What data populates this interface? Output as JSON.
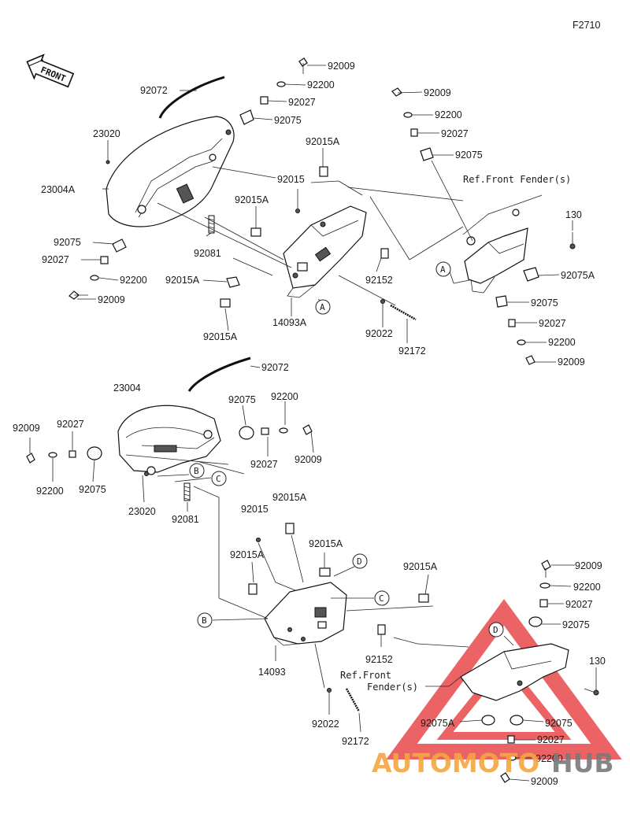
{
  "figure_code": "F2710",
  "direction_label": "FRONT",
  "labels": {
    "l_92009_a": "92009",
    "l_92200_a": "92200",
    "l_92027_a": "92027",
    "l_92075_a": "92075",
    "l_92072_a": "92072",
    "l_23020_a": "23020",
    "l_23004A": "23004A",
    "l_92015A_a": "92015A",
    "l_92015_a": "92015",
    "l_92015A_b": "92015A",
    "l_92075_b": "92075",
    "l_92027_b": "92027",
    "l_92081_a": "92081",
    "l_92200_b": "92200",
    "l_92009_b": "92009",
    "l_92015A_c": "92015A",
    "l_92152_a": "92152",
    "l_14093A": "14093A",
    "l_92015A_d": "92015A",
    "l_92022_a": "92022",
    "l_92172_a": "92172",
    "l_92009_c": "92009",
    "l_92200_c": "92200",
    "l_92027_c": "92027",
    "l_92075_c": "92075",
    "l_130_a": "130",
    "l_92075A_a": "92075A",
    "l_92075_d": "92075",
    "l_92027_d": "92027",
    "l_92200_d": "92200",
    "l_92009_d": "92009",
    "l_92072_b": "92072",
    "l_23004": "23004",
    "l_92075_e": "92075",
    "l_92200_e": "92200",
    "l_92009_e": "92009",
    "l_92027_e": "92027",
    "l_92027_f": "92027",
    "l_92009_f": "92009",
    "l_92200_f": "92200",
    "l_92075_f": "92075",
    "l_23020_b": "23020",
    "l_92081_b": "92081",
    "l_92015A_e": "92015A",
    "l_92015_b": "92015",
    "l_92015A_f": "92015A",
    "l_92015A_g": "92015A",
    "l_92015A_h": "92015A",
    "l_92152_b": "92152",
    "l_14093": "14093",
    "l_92022_b": "92022",
    "l_92172_b": "92172",
    "l_92009_g": "92009",
    "l_92200_g": "92200",
    "l_92027_g": "92027",
    "l_92075_g": "92075",
    "l_130_b": "130",
    "l_92075A_b": "92075A",
    "l_92075_h": "92075",
    "l_92027_h": "92027",
    "l_92200_h": "92200",
    "l_92009_h": "92009"
  },
  "references": {
    "ref_fender_top": "Ref.Front Fender(s)",
    "ref_fender_bottom_1": "Ref.Front",
    "ref_fender_bottom_2": "Fender(s)"
  },
  "callouts": {
    "A1": "A",
    "A2": "A",
    "B1": "B",
    "B2": "B",
    "C1": "C",
    "C2": "C",
    "D1": "D",
    "D2": "D"
  },
  "watermark": {
    "part1": "AUTOMOTO",
    "part2": "HUB"
  },
  "colors": {
    "watermark_orange": "#f4a640",
    "watermark_gray": "#7a7a7a",
    "watermark_red": "#e8484a"
  }
}
